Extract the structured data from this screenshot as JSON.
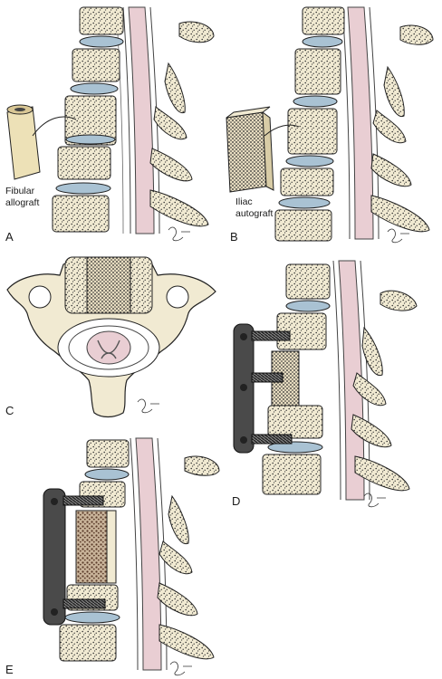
{
  "labels": {
    "panel_a": "A",
    "panel_b": "B",
    "panel_c": "C",
    "panel_d": "D",
    "panel_e": "E",
    "fibular_line1": "Fibular",
    "fibular_line2": "allograft",
    "iliac_line1": "Iliac",
    "iliac_line2": "autograft"
  },
  "colors": {
    "bone": "#f1ead2",
    "disc": "#a9c2d3",
    "cord": "#e9ced3",
    "plate": "#4a4a4a",
    "ink": "#222222"
  }
}
